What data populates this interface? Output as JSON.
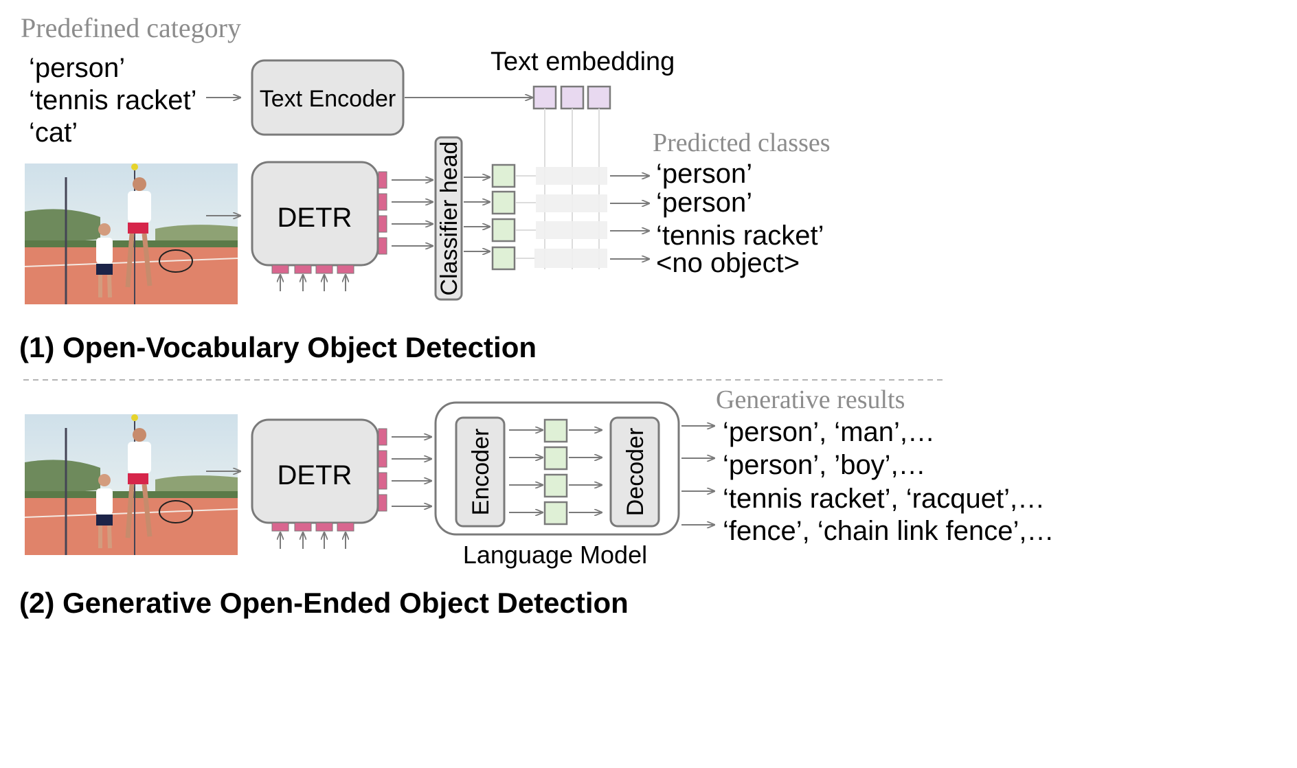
{
  "section1": {
    "predefined_label": "Predefined category",
    "categories": [
      "‘person’",
      "‘tennis racket’",
      "‘cat’"
    ],
    "text_encoder_label": "Text Encoder",
    "text_embedding_label": "Text embedding",
    "detr_label": "DETR",
    "classifier_head_label": "Classifier head",
    "predicted_label": "Predicted classes",
    "predictions": [
      "‘person’",
      "‘person’",
      "‘tennis racket’",
      "<no object>"
    ],
    "title": "(1) Open-Vocabulary Object Detection"
  },
  "section2": {
    "detr_label": "DETR",
    "encoder_label": "Encoder",
    "decoder_label": "Decoder",
    "language_model_label": "Language Model",
    "generative_label": "Generative results",
    "results": [
      "‘person’, ‘man’,…",
      "‘person’, ’boy’,…",
      "‘tennis racket’, ‘racquet’,…",
      "‘fence’, ‘chain link fence’,…"
    ],
    "title": "(2) Generative Open-Ended Object Detection"
  },
  "colors": {
    "box_fill": "#e6e6e6",
    "box_stroke": "#7a7a7a",
    "query_pink": "#d9668f",
    "embedding_purple": "#e8d9f0",
    "feature_green": "#dff0d6",
    "grey_label": "#8c8c8c",
    "arrow": "#7a7a7a"
  }
}
